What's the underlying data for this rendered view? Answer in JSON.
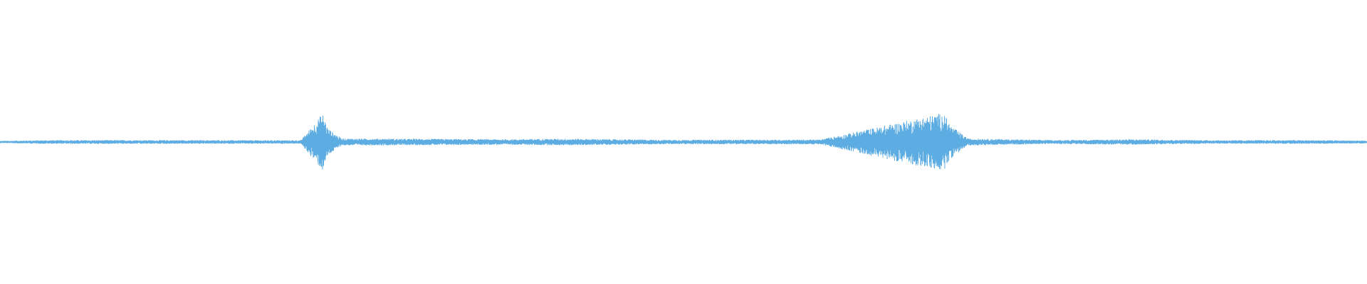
{
  "waveform": {
    "wave_color": "#5dade2",
    "background_color": "#ffffff",
    "baseline_amplitude": 0.035,
    "envelope": [
      {
        "position": 0.0,
        "amplitude": 0.035
      },
      {
        "position": 0.03,
        "amplitude": 0.055
      },
      {
        "position": 0.06,
        "amplitude": 0.06
      },
      {
        "position": 0.115,
        "amplitude": 0.06
      },
      {
        "position": 0.22,
        "amplitude": 0.055
      },
      {
        "position": 0.236,
        "amplitude": 0.9
      },
      {
        "position": 0.24,
        "amplitude": 0.42
      },
      {
        "position": 0.25,
        "amplitude": 0.11
      },
      {
        "position": 0.372,
        "amplitude": 0.085
      },
      {
        "position": 0.4,
        "amplitude": 0.1
      },
      {
        "position": 0.42,
        "amplitude": 0.1
      },
      {
        "position": 0.485,
        "amplitude": 0.07
      },
      {
        "position": 0.6,
        "amplitude": 0.075
      },
      {
        "position": 0.69,
        "amplitude": 0.92
      },
      {
        "position": 0.696,
        "amplitude": 0.5
      },
      {
        "position": 0.708,
        "amplitude": 0.11
      },
      {
        "position": 0.77,
        "amplitude": 0.06
      },
      {
        "position": 0.83,
        "amplitude": 0.085
      },
      {
        "position": 0.89,
        "amplitude": 0.055
      },
      {
        "position": 0.95,
        "amplitude": 0.06
      },
      {
        "position": 1.0,
        "amplitude": 0.045
      }
    ]
  }
}
